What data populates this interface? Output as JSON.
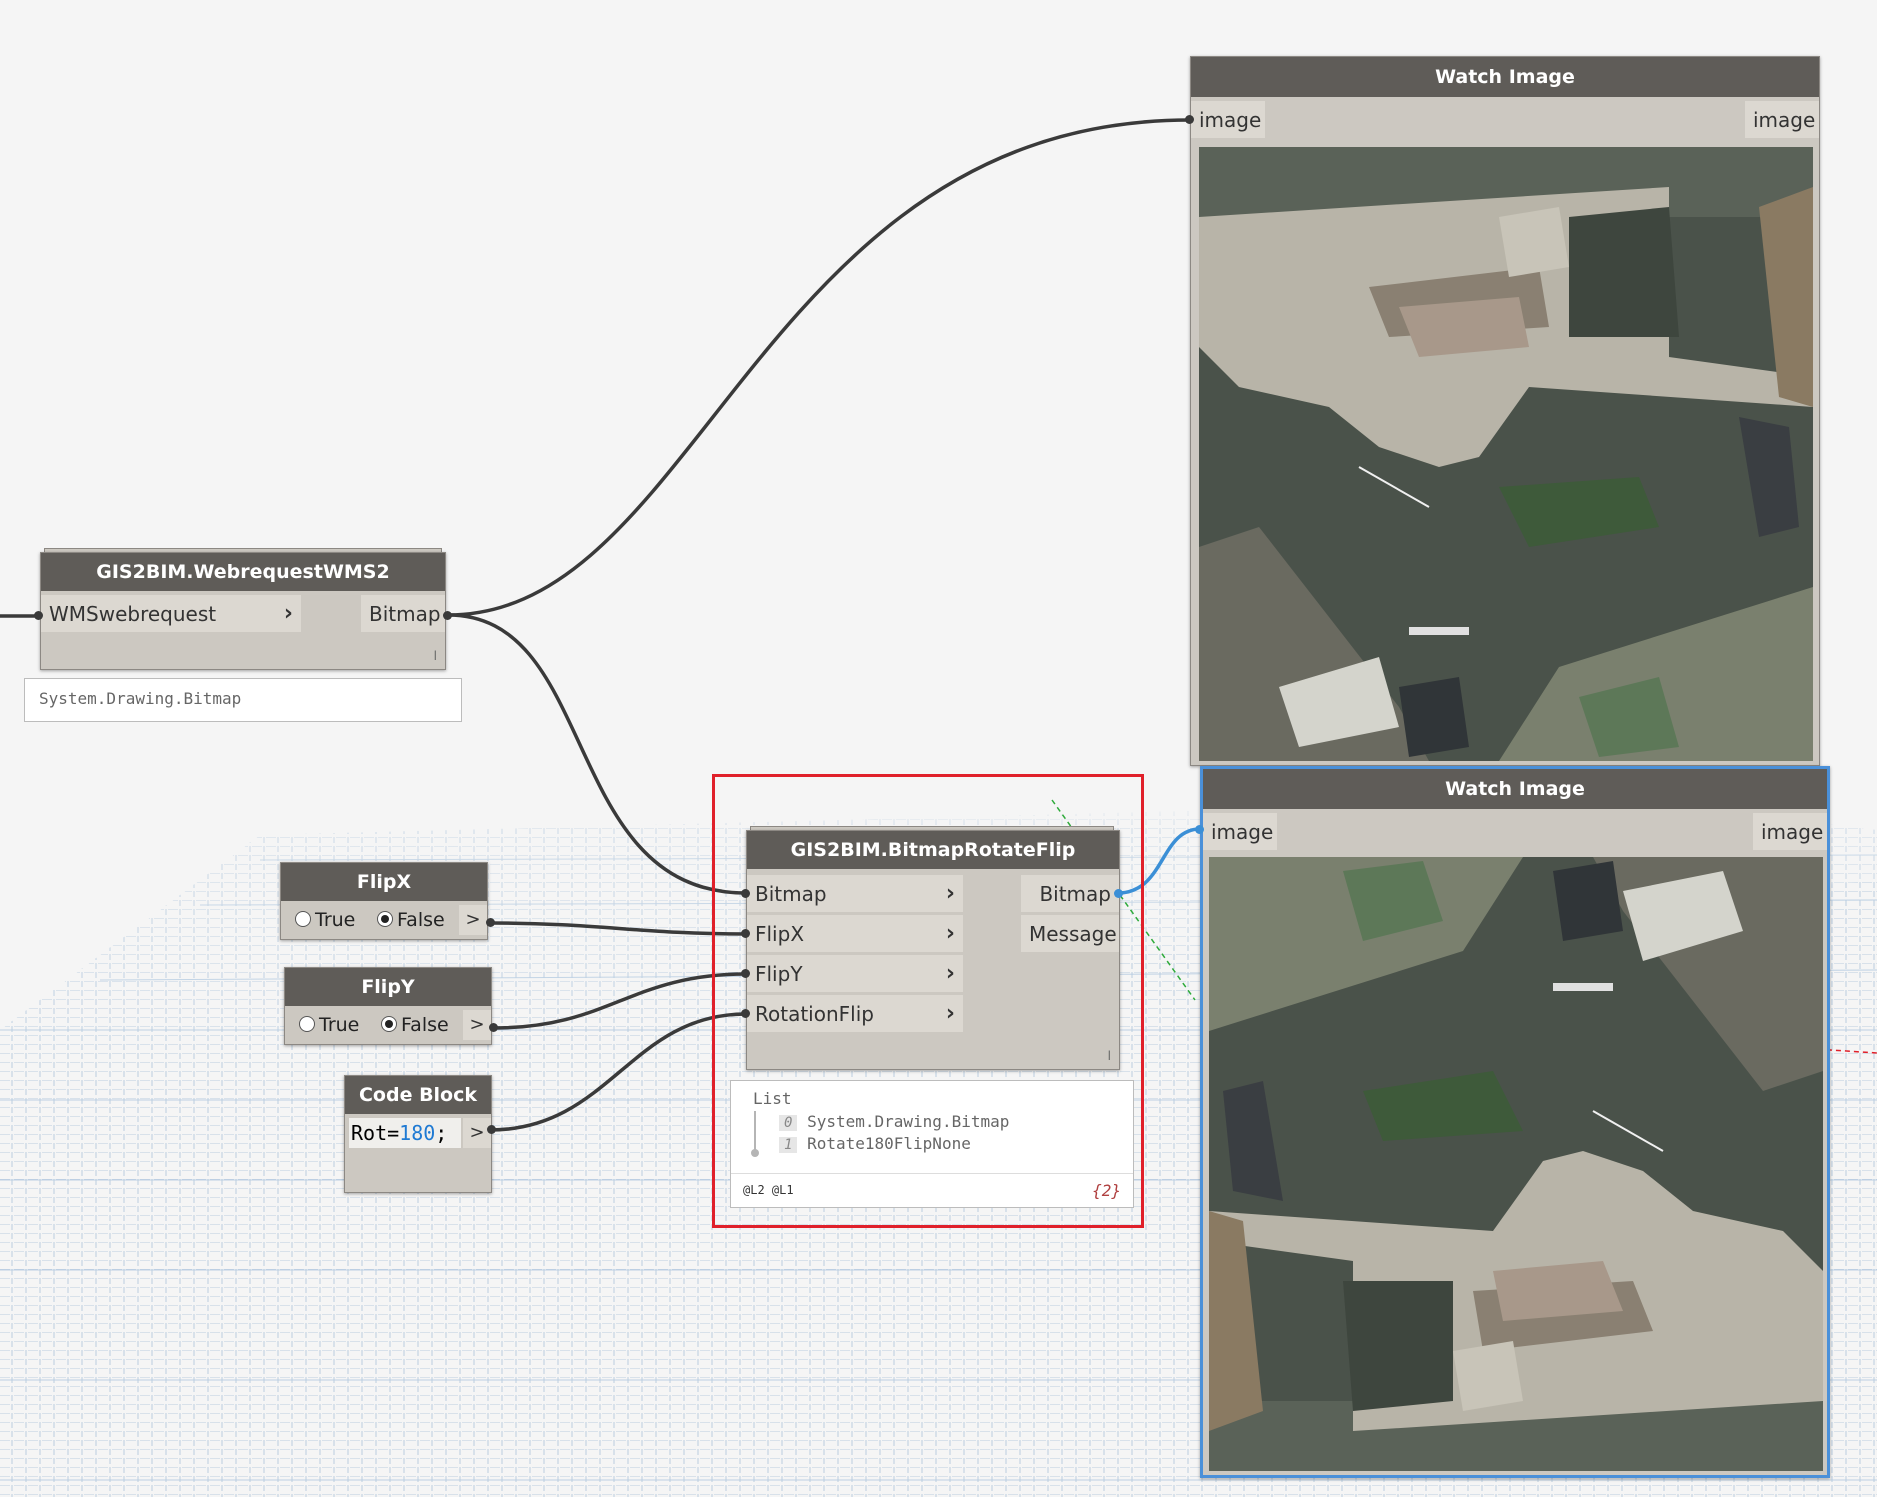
{
  "nodes": {
    "wms": {
      "title": "GIS2BIM.WebrequestWMS2",
      "input": "WMSwebrequest",
      "output": "Bitmap",
      "preview": "System.Drawing.Bitmap",
      "lacing": "l"
    },
    "flipx": {
      "title": "FlipX",
      "option_true": "True",
      "option_false": "False",
      "selected": "False",
      "out": ">"
    },
    "flipy": {
      "title": "FlipY",
      "option_true": "True",
      "option_false": "False",
      "selected": "False",
      "out": ">"
    },
    "code_block": {
      "title": "Code Block",
      "code_var": "Rot=",
      "code_num": "180",
      "code_end": ";",
      "out": ">"
    },
    "rotate": {
      "title": "GIS2BIM.BitmapRotateFlip",
      "inputs": [
        "Bitmap",
        "FlipX",
        "FlipY",
        "RotationFlip"
      ],
      "outputs": [
        "Bitmap",
        "Message"
      ],
      "lacing": "l",
      "preview": {
        "header": "List",
        "items": [
          {
            "index": "0",
            "value": "System.Drawing.Bitmap"
          },
          {
            "index": "1",
            "value": "Rotate180FlipNone"
          }
        ],
        "levels": "@L2 @L1",
        "count": "{2}"
      }
    },
    "watch1": {
      "title": "Watch Image",
      "input": "image",
      "output": "image"
    },
    "watch2": {
      "title": "Watch Image",
      "input": "image",
      "output": "image"
    }
  },
  "colors": {
    "node_header": "#5f5c58",
    "node_body": "#ccc8c1",
    "port": "#dcd8d1",
    "wire": "#3a3a3a",
    "selected_wire": "#3b8fd6",
    "selection_box": "#e0202a",
    "selected_node_border": "#4a90d9",
    "code_number": "#1f7ad3"
  }
}
